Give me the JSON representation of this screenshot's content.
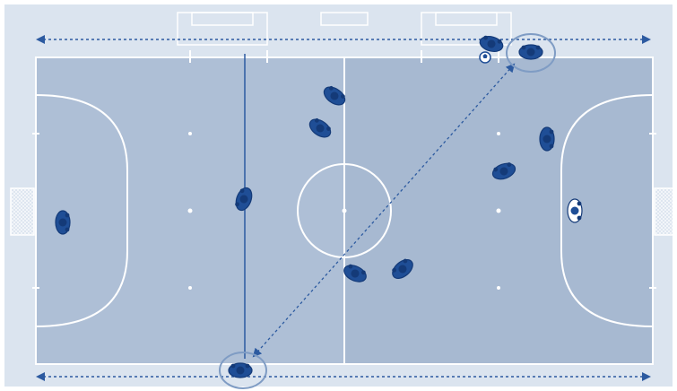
{
  "diagram": {
    "type": "futsal-tactics",
    "colors": {
      "surround": "#dbe4ef",
      "court": "#aebfd6",
      "court_alt": "#a7b9d1",
      "lines": "#ffffff",
      "player": "#1f4e96",
      "player_dark": "#143a78",
      "arrow": "#2c5aa0",
      "highlight_ring": "#7f9cc4"
    },
    "players": [
      {
        "id": "goalkeeper-left",
        "team": "blue"
      },
      {
        "id": "defender-sideline-runner",
        "team": "blue"
      },
      {
        "id": "midfielder-top-1",
        "team": "blue"
      },
      {
        "id": "midfielder-top-2",
        "team": "blue"
      },
      {
        "id": "winger-bottom-highlighted",
        "team": "blue",
        "highlighted": true
      },
      {
        "id": "midfielder-bottom-1",
        "team": "blue"
      },
      {
        "id": "midfielder-bottom-2",
        "team": "blue"
      },
      {
        "id": "winger-top-highlighted",
        "team": "blue",
        "highlighted": true
      },
      {
        "id": "attacker-top-corner",
        "team": "blue"
      },
      {
        "id": "attacker-right-1",
        "team": "blue"
      },
      {
        "id": "attacker-right-2",
        "team": "blue"
      },
      {
        "id": "goalkeeper-right",
        "team": "white"
      }
    ],
    "ball": {
      "icon": "soccer-ball-icon"
    },
    "movements": [
      {
        "id": "top-sideline-arrow",
        "style": "dashed",
        "direction": "both"
      },
      {
        "id": "bottom-sideline-arrow",
        "style": "dashed",
        "direction": "both"
      },
      {
        "id": "diagonal-pass-arrow",
        "style": "dashed",
        "direction": "both"
      },
      {
        "id": "vertical-run-line",
        "style": "solid",
        "direction": "none"
      }
    ]
  }
}
